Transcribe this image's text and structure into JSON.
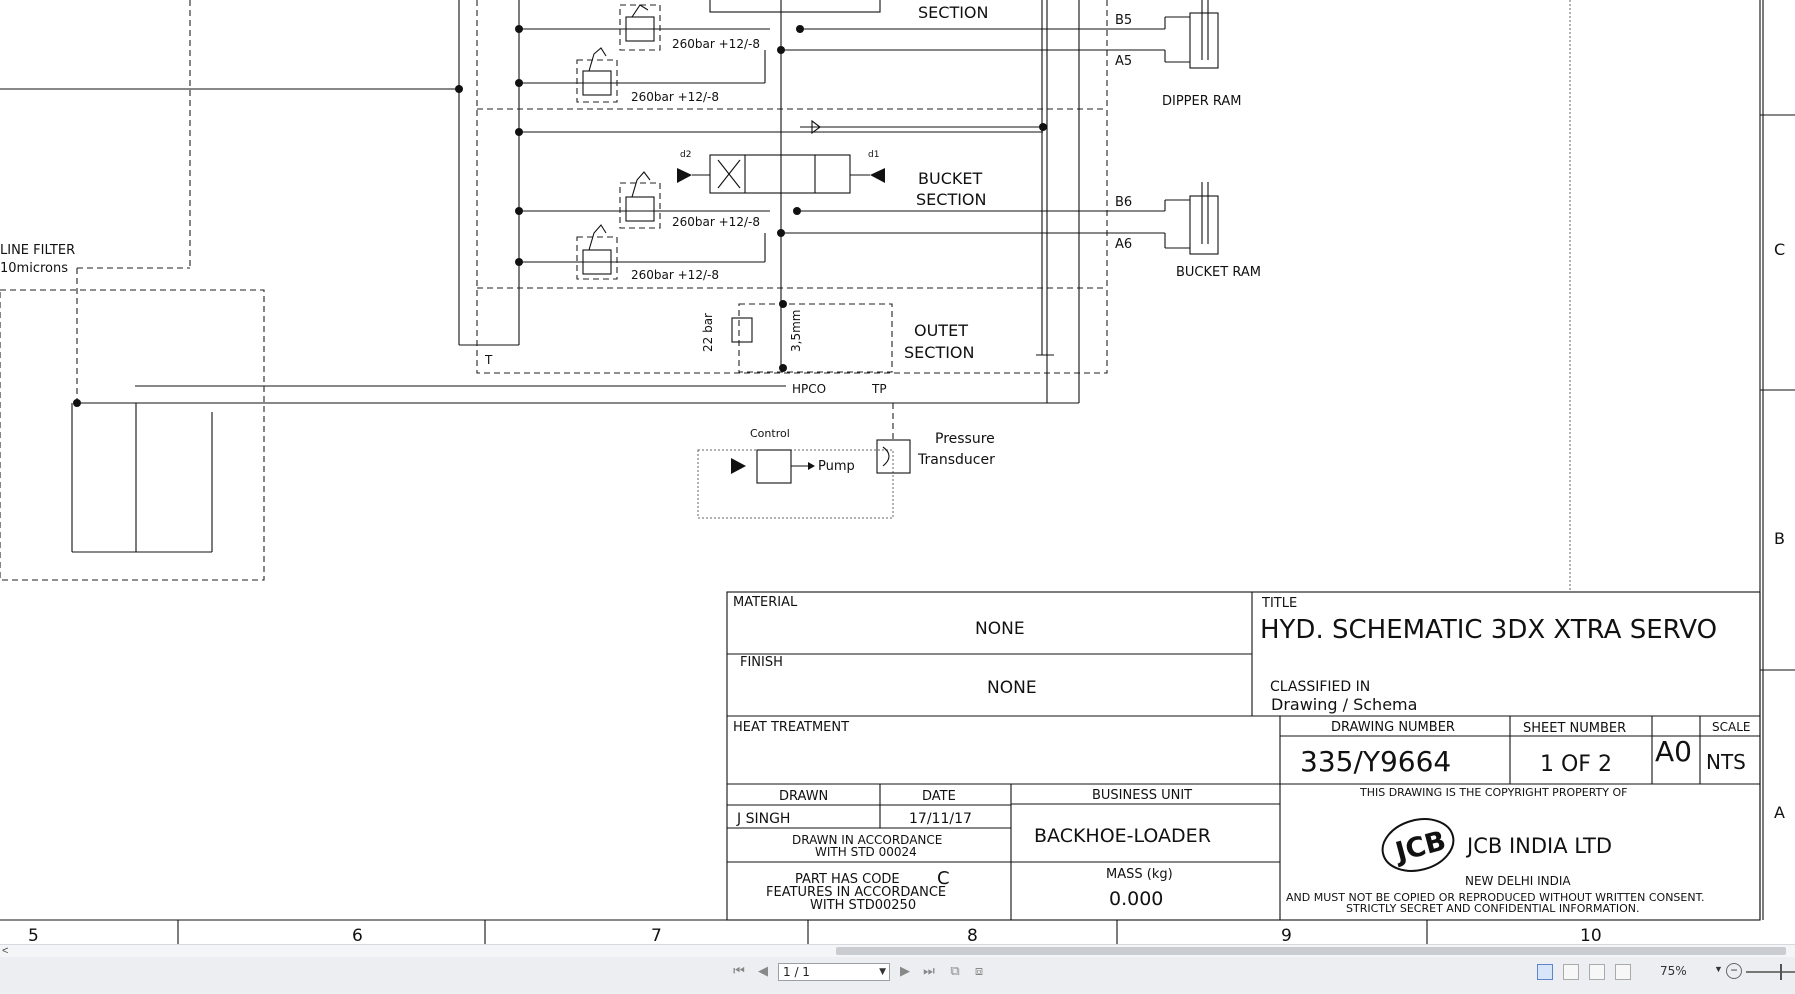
{
  "schematic": {
    "labels": {
      "section_top": "SECTION",
      "bucket_section_1": "BUCKET",
      "bucket_section_2": "SECTION",
      "outet_section_1": "OUTET",
      "outet_section_2": "SECTION",
      "port_b5": "B5",
      "port_a5": "A5",
      "port_b6": "B6",
      "port_a6": "A6",
      "dipper_ram": "DIPPER   RAM",
      "bucket_ram": "BUCKET   RAM",
      "relief_1": "260bar +12/-8",
      "relief_2": "260bar +12/-8",
      "relief_3": "260bar +12/-8",
      "relief_4": "260bar +12/-8",
      "line_filter": "LINE  FILTER",
      "filter_rating": "10microns",
      "port_t": "T",
      "hpco": "HPCO",
      "tp": "TP",
      "bar_22": "22 bar",
      "mm_35": "3,5mm",
      "control": "Control",
      "pump": "Pump",
      "pressure": "Pressure",
      "transducer": "Transducer",
      "d1": "d1",
      "d2": "d2"
    }
  },
  "title_block": {
    "material_label": "MATERIAL",
    "material_value": "NONE",
    "finish_label": "FINISH",
    "finish_value": "NONE",
    "title_label": "TITLE",
    "title_value": "HYD. SCHEMATIC 3DX XTRA SERVO",
    "classified_label": "CLASSIFIED IN",
    "classified_value": "Drawing / Schema",
    "heat_treatment_label": "HEAT TREATMENT",
    "drawing_number_label": "DRAWING NUMBER",
    "drawing_number_value": "335/Y9664",
    "sheet_number_label": "SHEET NUMBER",
    "sheet_number_value": "1 OF 2",
    "paper_size": "A0",
    "scale_label": "SCALE",
    "scale_value": "NTS",
    "drawn_label": "DRAWN",
    "drawn_value": "J SINGH",
    "date_label": "DATE",
    "date_value": "17/11/17",
    "business_unit_label": "BUSINESS UNIT",
    "business_unit_value": "BACKHOE-LOADER",
    "std_line1": "DRAWN IN ACCORDANCE",
    "std_line2": "WITH STD 00024",
    "part_code_line": "PART HAS CODE",
    "part_code_value": "C",
    "features_line1": "FEATURES IN ACCORDANCE",
    "features_line2": "WITH STD00250",
    "mass_label": "MASS (kg)",
    "mass_value": "0.000",
    "copyright_line": "THIS DRAWING IS THE COPYRIGHT PROPERTY OF",
    "logo_text": "JCB",
    "company": "JCB INDIA LTD",
    "location": "NEW DELHI  INDIA",
    "notice_line1": "AND MUST NOT BE COPIED OR REPRODUCED WITHOUT WRITTEN CONSENT.",
    "notice_line2": "STRICTLY SECRET AND CONFIDENTIAL INFORMATION."
  },
  "border": {
    "columns": [
      "5",
      "6",
      "7",
      "8",
      "9",
      "10"
    ],
    "rows": [
      "C",
      "B",
      "A"
    ]
  },
  "viewer": {
    "page_value": "1 / 1",
    "zoom": "75%",
    "scroll_left": "<",
    "first_page_icon": "first-page-icon",
    "prev_page_icon": "prev-page-icon",
    "next_page_icon": "next-page-icon",
    "last_page_icon": "last-page-icon"
  }
}
